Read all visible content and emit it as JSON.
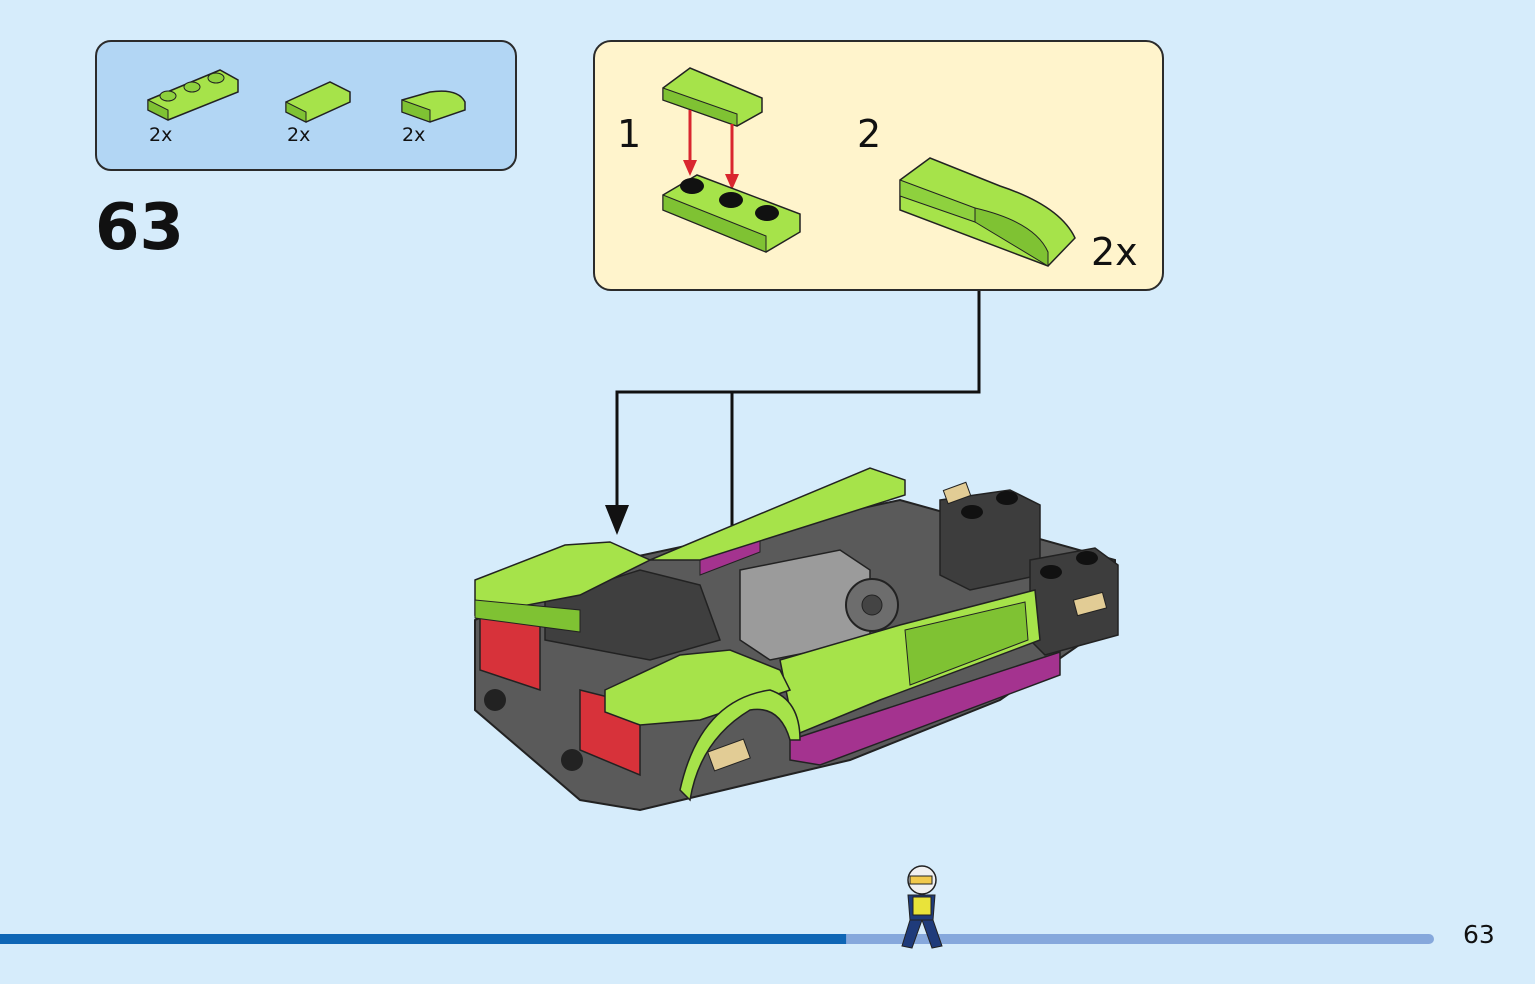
{
  "step": {
    "number": "63"
  },
  "parts": [
    {
      "name": "plate-1x3-lime",
      "qty": "2x"
    },
    {
      "name": "tile-1x2-lime",
      "qty": "2x"
    },
    {
      "name": "curved-slope-lime",
      "qty": "2x"
    }
  ],
  "subassembly": {
    "step1_label": "1",
    "step2_label": "2",
    "multiplier": "2x"
  },
  "page": {
    "number": "63"
  },
  "colors": {
    "background": "#d6ecfb",
    "parts_box": "#b2d6f4",
    "sub_box": "#fff4cc",
    "lime": "#a6e34a",
    "dark_gray": "#5a5a5a",
    "magenta": "#a4338f",
    "red_arrow": "#d9262e",
    "progress_done": "#0f66b5",
    "progress_remaining": "#86a8dc"
  },
  "progress": {
    "fraction": 0.59
  }
}
